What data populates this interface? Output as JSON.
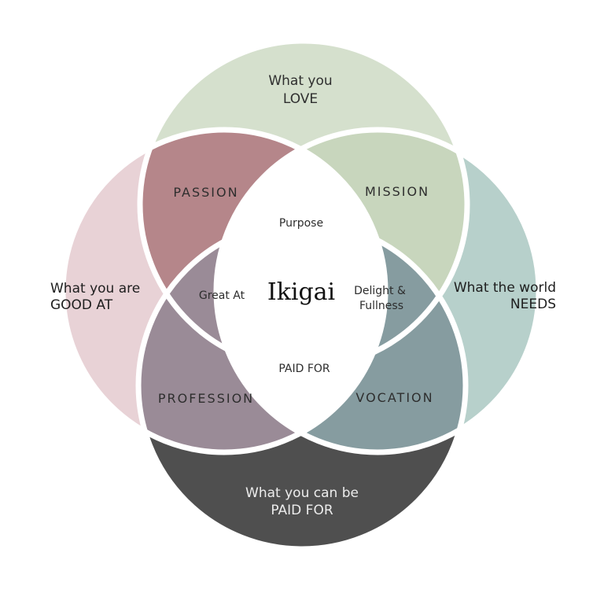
{
  "diagram": {
    "center_title": "Ikigai",
    "circles": {
      "love": {
        "line1": "What you",
        "line2": "LOVE",
        "color": "#d5e0cd"
      },
      "good": {
        "line1": "What you are",
        "line2": "GOOD AT",
        "color": "#e8d2d6"
      },
      "world": {
        "line1": "What the world",
        "line2": "NEEDS",
        "color": "#b7d0cb"
      },
      "paid": {
        "line1": "What you can be",
        "line2": "PAID FOR",
        "color": "#4f4f4f"
      }
    },
    "overlaps": {
      "passion": {
        "label": "PASSION",
        "color": "#b5868a"
      },
      "mission": {
        "label": "MISSION",
        "color": "#c8d6bd"
      },
      "profession": {
        "label": "PROFESSION",
        "color": "#9a8b97"
      },
      "vocation": {
        "label": "VOCATION",
        "color": "#869ca0"
      }
    },
    "inner": {
      "purpose": "Purpose",
      "great_at": "Great At",
      "delight_line1": "Delight &",
      "delight_line2": "Fullness",
      "paid_for": "PAID FOR"
    }
  }
}
